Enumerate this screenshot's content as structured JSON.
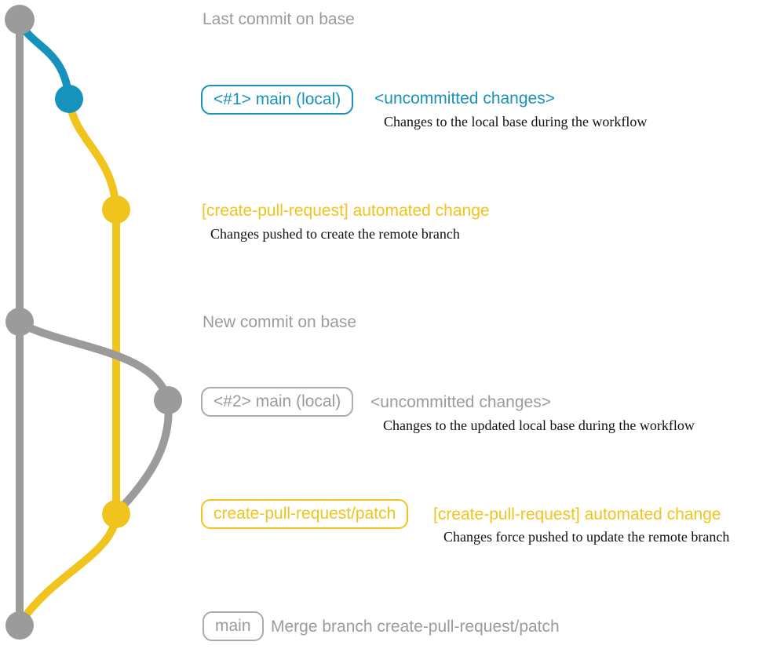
{
  "colors": {
    "branch_gray": "#9B9B9B",
    "branch_blue": "#1792BC",
    "branch_yellow": "#F0C41C",
    "description_text": "#111111",
    "background": "#ffffff"
  },
  "rows": {
    "last_commit": {
      "label": "Last commit on base"
    },
    "local_main_1": {
      "badge": "<#1> main (local)",
      "title": "<uncommitted changes>",
      "description": "Changes to the local base during the workflow"
    },
    "automated_change_1": {
      "title": "[create-pull-request] automated change",
      "description": "Changes pushed to create the remote branch"
    },
    "new_commit": {
      "label": "New commit on base"
    },
    "local_main_2": {
      "badge": "<#2> main (local)",
      "title": "<uncommitted changes>",
      "description": "Changes to the updated local base during the workflow"
    },
    "automated_change_2": {
      "badge": "create-pull-request/patch",
      "title": "[create-pull-request] automated change",
      "description": "Changes force pushed to update the remote branch"
    },
    "merge": {
      "badge": "main",
      "label": "Merge branch create-pull-request/patch"
    }
  }
}
